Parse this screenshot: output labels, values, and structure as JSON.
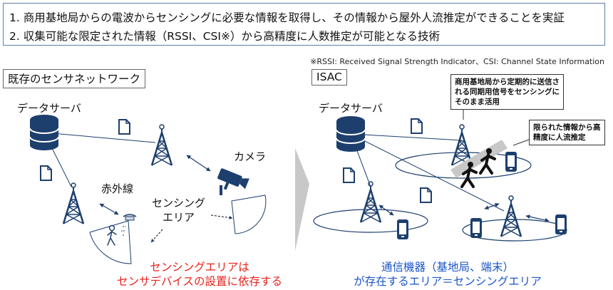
{
  "summary": {
    "line1": "1. 商用基地局からの電波からセンシングに必要な情報を取得し、その情報から屋外人流推定ができることを実証",
    "line2": "2. 収集可能な限定された情報（RSSI、CSI※）から高精度に人数推定が可能となる技術"
  },
  "footnote": "※RSSI: Received Signal Strength Indicator、CSI: Channel State Information",
  "left": {
    "title": "既存のセンサネットワーク",
    "server_label": "データサーバ",
    "camera_label": "カメラ",
    "infrared_label": "赤外線",
    "sensing_area_line1": "センシング",
    "sensing_area_line2": "エリア",
    "caption_line1": "センシングエリアは",
    "caption_line2": "センサデバイスの設置に依存する"
  },
  "right": {
    "title": "ISAC",
    "server_label": "データサーバ",
    "callout1_line1": "商用基地局から定期的に送信さ",
    "callout1_line2": "れる同期用信号をセンシングに",
    "callout1_line3": "そのまま活用",
    "callout2_line1": "限られた情報から高",
    "callout2_line2": "精度に人流推定",
    "caption_line1": "通信機器（基地局、端末）",
    "caption_line2": "が存在するエリア＝センシングエリア"
  },
  "colors": {
    "navy": "#1d3f6e",
    "accent_red": "#e8221b",
    "accent_blue": "#1a55c9",
    "arrow_grey": "#c8c8c8"
  }
}
